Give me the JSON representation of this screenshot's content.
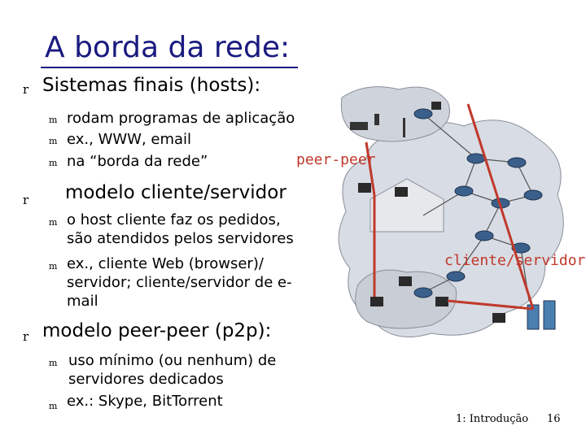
{
  "slide": {
    "title": "A borda da rede:",
    "bullets": [
      {
        "text": "Sistemas finais (hosts):",
        "subs": [
          "rodam programas de aplicação",
          "ex., WWW, email",
          "na “borda da rede”"
        ]
      },
      {
        "text": "modelo cliente/servidor",
        "subs": [
          "o host cliente faz os pedidos, são atendidos pelos servidores",
          "ex., cliente Web (browser)/ servidor; cliente/servidor de e-mail"
        ]
      },
      {
        "text": "modelo peer-peer (p2p):",
        "subs": [
          "uso mínimo (ou nenhum) de servidores dedicados",
          "ex.: Skype, BitTorrent"
        ]
      }
    ],
    "bullet_marker": "r",
    "sub_marker": "m"
  },
  "diagram": {
    "label_peer": "peer-peer",
    "label_client_server": "cliente/servidor",
    "accent_color": "#c0392b"
  },
  "footer": {
    "section": "1: Introdução",
    "page": "16"
  }
}
